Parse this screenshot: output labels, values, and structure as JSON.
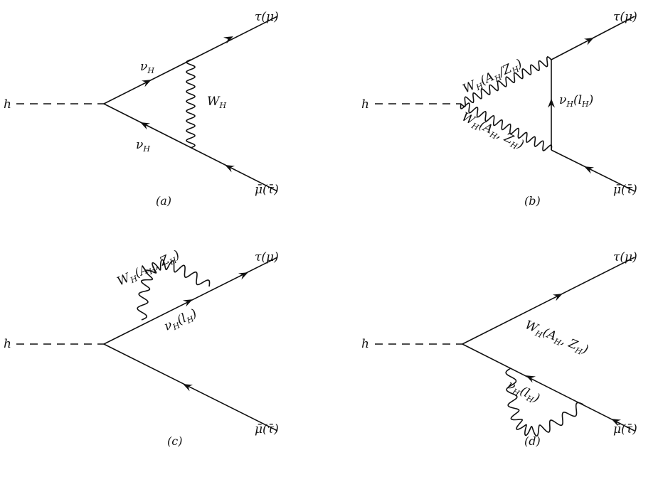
{
  "colors": {
    "line": "#111111",
    "background": "#ffffff"
  },
  "diagrams": {
    "a": {
      "caption": "(a)",
      "higgs": "h",
      "out_top": "τ(μ)",
      "out_bottom": "μ̄(τ̄)",
      "upper_fermion": "ν",
      "upper_fermion_sub": "H",
      "lower_fermion": "ν",
      "lower_fermion_sub": "H",
      "boson": "W",
      "boson_sub": "H"
    },
    "b": {
      "caption": "(b)",
      "higgs": "h",
      "out_top": "τ(μ)",
      "out_bottom": "μ̄(τ̄)",
      "upper_boson": "W",
      "upper_boson_sub1": "H",
      "upper_boson_mid": "(A",
      "upper_boson_sub2": "H",
      "upper_boson_mid2": "/Z",
      "upper_boson_sub3": "H",
      "upper_boson_end": ")",
      "lower_boson": "W",
      "lower_boson_sub1": "H",
      "lower_boson_mid": "(A",
      "lower_boson_sub2": "H",
      "lower_boson_mid2": ", Z",
      "lower_boson_sub3": "H",
      "lower_boson_end": ")",
      "fermion": "ν",
      "fermion_sub1": "H",
      "fermion_mid": "(l",
      "fermion_sub2": "H",
      "fermion_end": ")"
    },
    "c": {
      "caption": "(c)",
      "higgs": "h",
      "out_top": "τ(μ)",
      "out_bottom": "μ̄(τ̄)",
      "boson": "W",
      "boson_sub1": "H",
      "boson_mid": "(A",
      "boson_sub2": "H",
      "boson_mid2": ", Z",
      "boson_sub3": "H",
      "boson_end": ")",
      "fermion": "ν",
      "fermion_sub1": "H",
      "fermion_mid": "(l",
      "fermion_sub2": "H",
      "fermion_end": ")"
    },
    "d": {
      "caption": "(d)",
      "higgs": "h",
      "out_top": "τ(μ)",
      "out_bottom": "μ̄(τ̄)",
      "boson": "W",
      "boson_sub1": "H",
      "boson_mid": "(A",
      "boson_sub2": "H",
      "boson_mid2": ", Z",
      "boson_sub3": "H",
      "boson_end": ")",
      "fermion": "ν",
      "fermion_sub1": "H",
      "fermion_mid": "(l",
      "fermion_sub2": "H",
      "fermion_end": ")"
    }
  }
}
